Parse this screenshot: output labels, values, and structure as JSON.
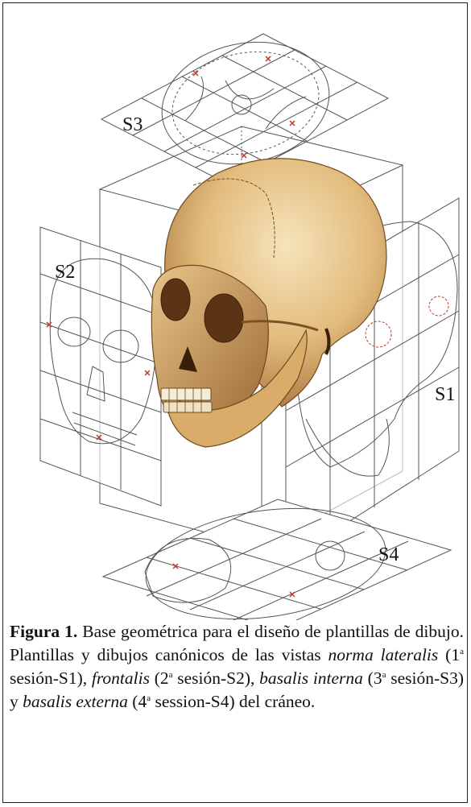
{
  "figure": {
    "template_labels": {
      "s1": "S1",
      "s2": "S2",
      "s3": "S3",
      "s4": "S4"
    }
  },
  "caption": {
    "figure_label": "Figura 1.",
    "part1": " Base geométrica para el diseño de plantillas de dibujo. Plantillas y dibujos canónicos de las vistas ",
    "view1": "norma lateralis",
    "part2": " (1",
    "sup1": "a",
    "part3": " sesión-S1), ",
    "view2": "frontalis",
    "part4": " (2",
    "sup2": "a",
    "part5": " sesión-S2), ",
    "view3": "basalis interna",
    "part6": " (3",
    "sup3": "a",
    "part7": " sesión-S3) y ",
    "view4": "basalis externa",
    "part8": " (4",
    "sup4": "a",
    "part9": " session-S4) del cráneo."
  },
  "colors": {
    "line": "#555555",
    "bone_light": "#f1d9a8",
    "bone_mid": "#d9ac6a",
    "bone_dark": "#9b6a35",
    "marker_red": "#c0392b"
  }
}
